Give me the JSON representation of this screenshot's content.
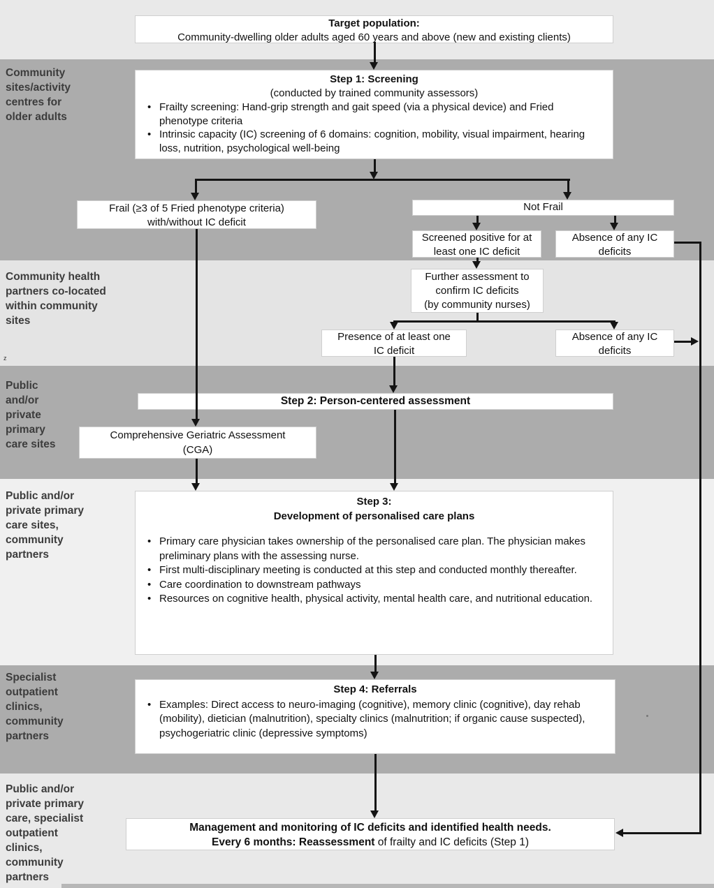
{
  "figure": {
    "bands": [
      {
        "label": "Community\nsites/activity\ncentres for\nolder adults"
      },
      {
        "label": "Community health\npartners co-located\nwithin community\nsites"
      },
      {
        "label": "Public\nand/or\nprivate\nprimary\ncare sites"
      },
      {
        "label": "Public and/or\nprivate primary\ncare sites,\ncommunity\npartners"
      },
      {
        "label": "Specialist\noutpatient\nclinics,\ncommunity\npartners"
      },
      {
        "label": "Public and/or\nprivate primary\ncare, specialist\noutpatient\nclinics,\ncommunity\npartners"
      }
    ],
    "boxes": {
      "target": {
        "title": "Target population:",
        "body": "Community-dwelling older adults aged 60 years and above (new and existing clients)"
      },
      "step1": {
        "title": "Step 1: Screening",
        "subtitle": "(conducted by trained community assessors)",
        "bullets": [
          "Frailty screening: Hand-grip strength and gait speed (via a physical device) and Fried phenotype criteria",
          "Intrinsic capacity (IC) screening of 6 domains: cognition, mobility, visual impairment, hearing loss, nutrition, psychological well-being"
        ]
      },
      "frail": {
        "label": "Frail (≥3 of 5 Fried phenotype criteria)\nwith/without IC deficit"
      },
      "not_frail": {
        "label": "Not Frail"
      },
      "screened_positive": {
        "label": "Screened positive for at\nleast one IC deficit"
      },
      "absence_top": {
        "label": "Absence of any IC\ndeficits"
      },
      "further_assessment": {
        "label": "Further assessment to\nconfirm IC deficits\n(by community nurses)"
      },
      "presence": {
        "label": "Presence of at least one\nIC deficit"
      },
      "absence_confirmed": {
        "label": "Absence of any IC\ndeficits"
      },
      "step2": {
        "title": "Step 2: Person-centered assessment"
      },
      "cga": {
        "label": "Comprehensive Geriatric Assessment\n(CGA)"
      },
      "step3": {
        "title": "Step 3:\nDevelopment of personalised care plans",
        "bullets": [
          "Primary care physician takes ownership of the personalised care plan. The physician makes preliminary plans with the assessing nurse.",
          "First multi-disciplinary meeting is conducted at this step and conducted monthly thereafter.",
          "Care coordination to downstream pathways",
          "Resources on cognitive health, physical activity, mental health care, and nutritional education."
        ]
      },
      "step4": {
        "title": "Step 4: Referrals",
        "bullets": [
          "Examples: Direct access to neuro-imaging (cognitive), memory clinic (cognitive), day rehab (mobility), dietician (malnutrition), specialty clinics (malnutrition; if organic cause suspected), psychogeriatric clinic (depressive symptoms)"
        ]
      },
      "management": {
        "line1": "Management and monitoring of IC deficits and identified health needs.",
        "line2_bold": "Every 6 months: Reassessment",
        "line2_rest": " of frailty and IC deficits (Step 1)"
      }
    },
    "artifacts": {
      "stray_mark": "z"
    },
    "colors": {
      "band_dark": "#acacac",
      "band_light": "#e4e4e4",
      "band_lighter": "#f0f0f0",
      "page_background": "#e9e9e9",
      "arrow": "#141414",
      "band_label_text": "#3c3c3c",
      "box_background": "#ffffff"
    }
  }
}
